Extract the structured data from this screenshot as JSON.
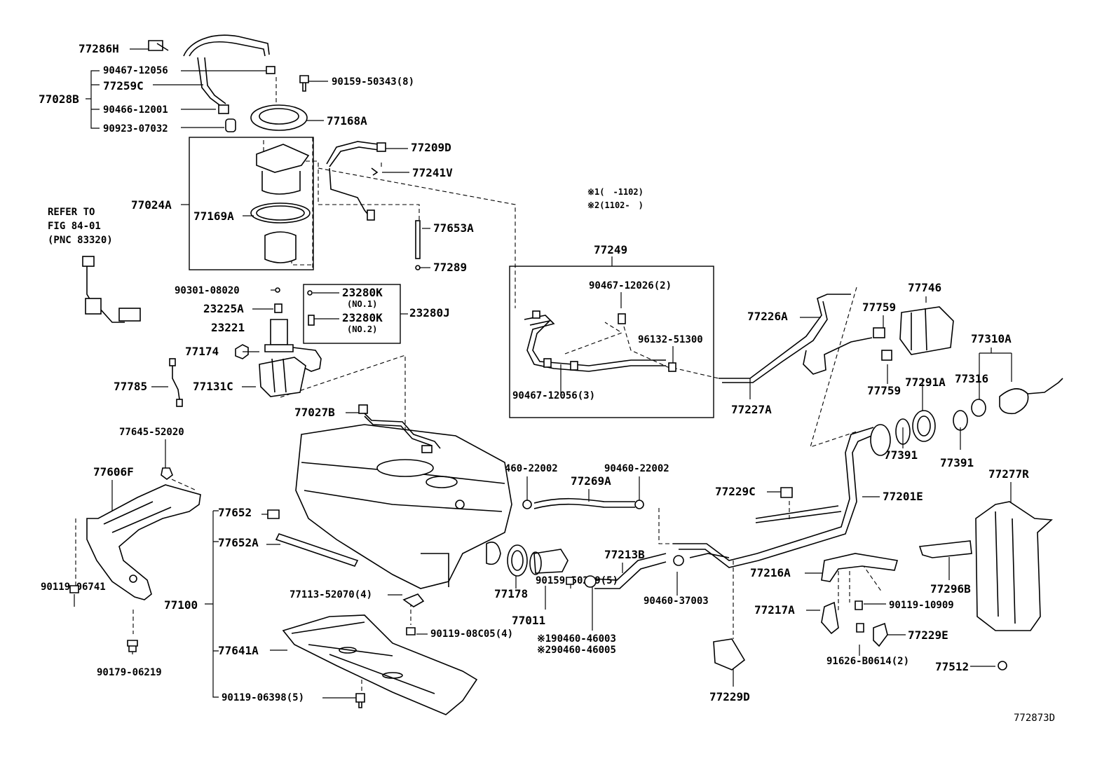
{
  "diagram_id": "772873D",
  "note": {
    "line1": "※1(　-1102)",
    "line2": "※2(1102-　)"
  },
  "refer": {
    "line1": "REFER TO",
    "line2": "FIG 84-01",
    "line3": "(PNC 83320)"
  },
  "labels": {
    "p77286H": "77286H",
    "p90467_12056": "90467-12056",
    "p77259C": "77259C",
    "p77028B": "77028B",
    "p90466_12001": "90466-12001",
    "p90923_07032": "90923-07032",
    "p90159_50343": "90159-50343(8)",
    "p77168A": "77168A",
    "p77209D": "77209D",
    "p77241V": "77241V",
    "p77024A": "77024A",
    "p77169A": "77169A",
    "p77653A": "77653A",
    "p77289": "77289",
    "p77249": "77249",
    "p90467_12026": "90467-12026(2)",
    "p96132_51300": "96132-51300",
    "p90467_12056_3": "90467-12056(3)",
    "p77226A": "77226A",
    "p77227A": "77227A",
    "p77746": "77746",
    "p77759a": "77759",
    "p77759b": "77759",
    "p77310A": "77310A",
    "p77316": "77316",
    "p77291A": "77291A",
    "p77391a": "77391",
    "p77391b": "77391",
    "p90301_08020": "90301-08020",
    "p23280K_1": "23280K",
    "p23280K_1s": "(NO.1)",
    "p23280K_2": "23280K",
    "p23280K_2s": "(NO.2)",
    "p23280J": "23280J",
    "p23225A": "23225A",
    "p23221": "23221",
    "p77174": "77174",
    "p77785": "77785",
    "p77131C": "77131C",
    "p77027B": "77027B",
    "p77645_52020": "77645-52020",
    "p77606F": "77606F",
    "p90119_06741": "90119-06741",
    "p90179_06219": "90179-06219",
    "p77652": "77652",
    "p77652A": "77652A",
    "p77100": "77100",
    "p77113_52070": "77113-52070(4)",
    "p90119_08C05": "90119-08C05(4)",
    "p77641A": "77641A",
    "p90119_06398": "90119-06398(5)",
    "p90460_22002a": "90460-22002",
    "p90460_22002b": "90460-22002",
    "p77269A": "77269A",
    "p90159_50219": "90159-50219(5)",
    "p77213B": "77213B",
    "p77178": "77178",
    "p77011": "77011",
    "p90460_46003": "※190460-46003",
    "p90460_46005": "※290460-46005",
    "p90460_37003": "90460-37003",
    "p77229C": "77229C",
    "p77201E": "77201E",
    "p77216A": "77216A",
    "p77217A": "77217A",
    "p90119_10909": "90119-10909",
    "p77229E": "77229E",
    "p91626_B0614": "91626-B0614(2)",
    "p77229D": "77229D",
    "p77277R": "77277R",
    "p77296B": "77296B",
    "p77512": "77512"
  }
}
